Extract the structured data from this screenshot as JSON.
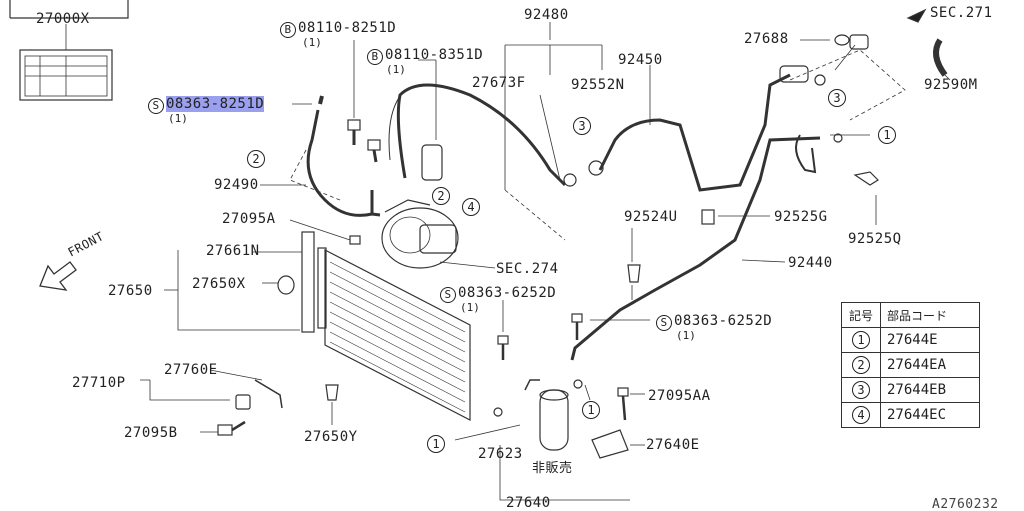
{
  "labels": {
    "p27000x": "27000X",
    "p08110_8251d": "08110-8251D",
    "p08110_8351d": "08110-8351D",
    "p92480": "92480",
    "sec271": "SEC.271",
    "p27688": "27688",
    "p27673f": "27673F",
    "p92552n": "92552N",
    "p92450": "92450",
    "p92590m": "92590M",
    "p08363_8251d": "08363-8251D",
    "p92490": "92490",
    "p27095a": "27095A",
    "p92524u": "92524U",
    "p92525g": "92525G",
    "p92525q": "92525Q",
    "p27661n": "27661N",
    "p27650x": "27650X",
    "p27650": "27650",
    "sec274": "SEC.274",
    "p92440": "92440",
    "p08363_6252d_a": "08363-6252D",
    "p08363_6252d_b": "08363-6252D",
    "p27760e": "27760E",
    "p27710p": "27710P",
    "p27095aa": "27095AA",
    "p27095b": "27095B",
    "p27650y": "27650Y",
    "p27640e": "27640E",
    "p27623": "27623",
    "not_sold": "非販売",
    "p27640": "27640",
    "front": "FRONT",
    "diagram_code": "A2760232"
  },
  "prefixes": {
    "bolt_b": "B",
    "screw_s": "S"
  },
  "quantities": {
    "one": "(1)"
  },
  "callouts": {
    "c1": "1",
    "c2": "2",
    "c3": "3",
    "c4": "4"
  },
  "code_table": {
    "header_symbol": "記号",
    "header_code": "部品コード",
    "rows": [
      {
        "symbol": "1",
        "code": "27644E"
      },
      {
        "symbol": "2",
        "code": "27644EA"
      },
      {
        "symbol": "3",
        "code": "27644EB"
      },
      {
        "symbol": "4",
        "code": "27644EC"
      }
    ]
  },
  "highlighted_part": "08363-8251D"
}
